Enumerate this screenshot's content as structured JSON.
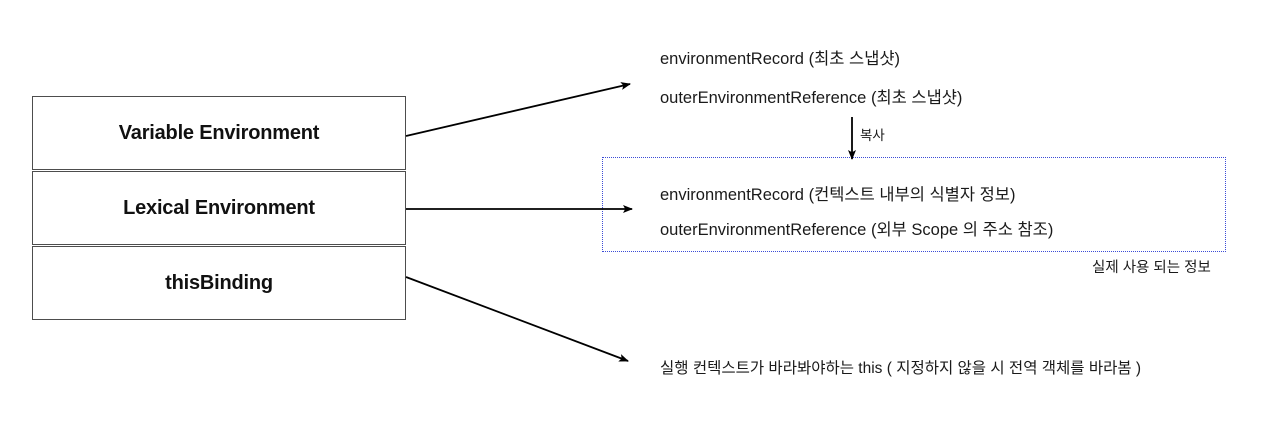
{
  "diagram": {
    "title_none": "",
    "execution_context": {
      "boxes": [
        {
          "label": "Variable Environment",
          "name": "variable-environment"
        },
        {
          "label": "Lexical Environment",
          "name": "lexical-environment"
        },
        {
          "label": "thisBinding",
          "name": "this-binding"
        }
      ]
    },
    "snapshot_group": {
      "line1": "environmentRecord (최초 스냅샷)",
      "line2": "outerEnvironmentReference (최초 스냅샷)"
    },
    "copy_arrow": {
      "label": "복사"
    },
    "active_group": {
      "line1": "environmentRecord (컨텍스트 내부의 식별자 정보)",
      "line2": "outerEnvironmentReference (외부 Scope 의 주소 참조)",
      "caption": "실제 사용 되는 정보"
    },
    "this_group": {
      "line1": "실행 컨텍스트가 바라봐야하는 this ( 지정하지 않을 시 전역 객체를 바라봄 )"
    },
    "colors": {
      "box_border": "#4d4d4d",
      "dotted_border": "#3b4cd6",
      "arrow": "#000000",
      "text": "#1a1a1a",
      "background": "#ffffff"
    }
  }
}
